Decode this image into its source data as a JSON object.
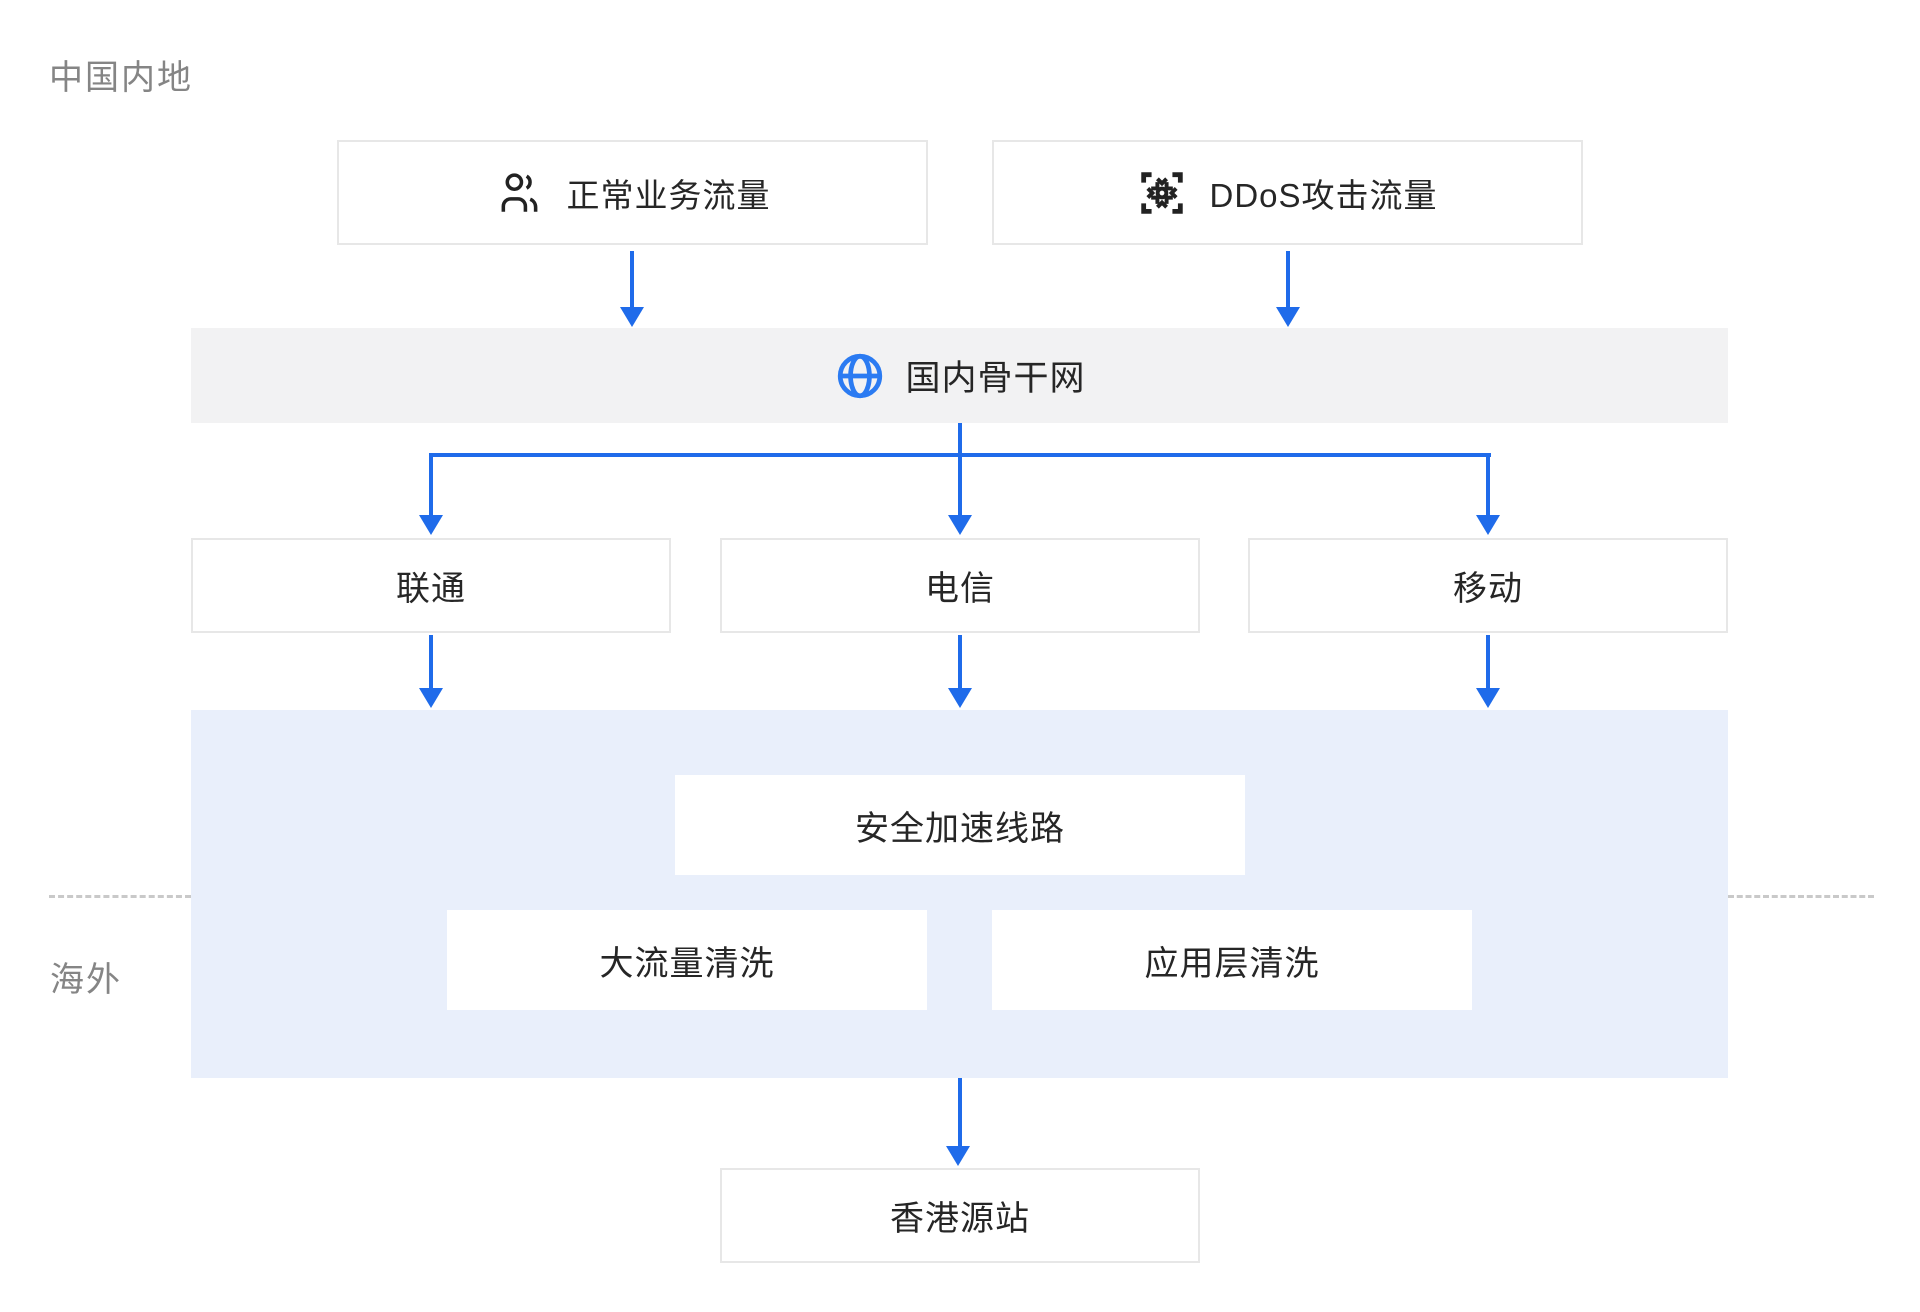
{
  "regions": {
    "mainland_label": "中国内地",
    "overseas_label": "海外"
  },
  "traffic_sources": [
    {
      "label": "正常业务流量",
      "icon": "users-icon"
    },
    {
      "label": "DDoS攻击流量",
      "icon": "ddos-attack-icon"
    }
  ],
  "backbone": {
    "label": "国内骨干网",
    "icon": "globe-icon"
  },
  "isp_nodes": [
    {
      "label": "联通"
    },
    {
      "label": "电信"
    },
    {
      "label": "移动"
    }
  ],
  "protection_zone": {
    "acceleration_line": {
      "label": "安全加速线路"
    },
    "cleaning_nodes": [
      {
        "label": "大流量清洗"
      },
      {
        "label": "应用层清洗"
      }
    ]
  },
  "origin": {
    "label": "香港源站"
  },
  "colors": {
    "arrow_blue": "#1F6BEA",
    "globe_blue": "#2B7BF2",
    "icon_dark": "#222222",
    "zone_blue_bg": "#E9EFFB",
    "backbone_bg": "#F2F2F3",
    "box_border": "#E7E7E7",
    "text_dark": "#262626",
    "text_gray": "#858585",
    "dotted_line": "#C9C9C9"
  }
}
